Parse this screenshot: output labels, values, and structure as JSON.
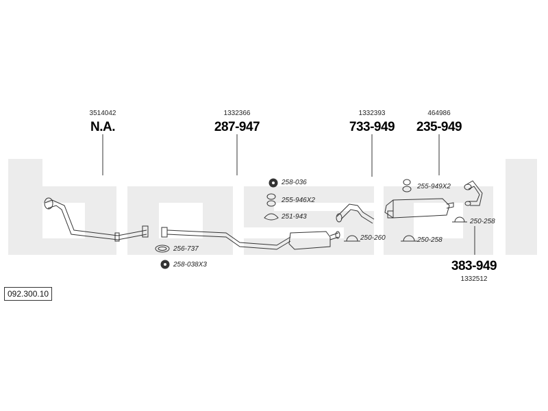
{
  "diagram_id": "092.300.10",
  "watermark": "bosal",
  "main_parts": [
    {
      "oem": "3514042",
      "part": "N.A."
    },
    {
      "oem": "1332366",
      "part": "287-947"
    },
    {
      "oem": "1332393",
      "part": "733-949"
    },
    {
      "oem": "464986",
      "part": "235-949"
    },
    {
      "oem": "1332512",
      "part": "383-949"
    }
  ],
  "accessories": [
    {
      "part": "258-036",
      "icon": "rubber-ring-icon"
    },
    {
      "part": "255-946X2",
      "icon": "rubber-hanger-icon"
    },
    {
      "part": "251-943",
      "icon": "exhaust-gasket-icon"
    },
    {
      "part": "256-737",
      "icon": "exhaust-gasket-icon"
    },
    {
      "part": "258-038X3",
      "icon": "rubber-ring-icon"
    },
    {
      "part": "250-260",
      "icon": "exhaust-clamp-icon"
    },
    {
      "part": "255-949X2",
      "icon": "rubber-hanger-icon"
    },
    {
      "part": "250-258",
      "icon": "exhaust-clamp-icon"
    },
    {
      "part": "250-258",
      "icon": "exhaust-clamp-icon"
    }
  ]
}
